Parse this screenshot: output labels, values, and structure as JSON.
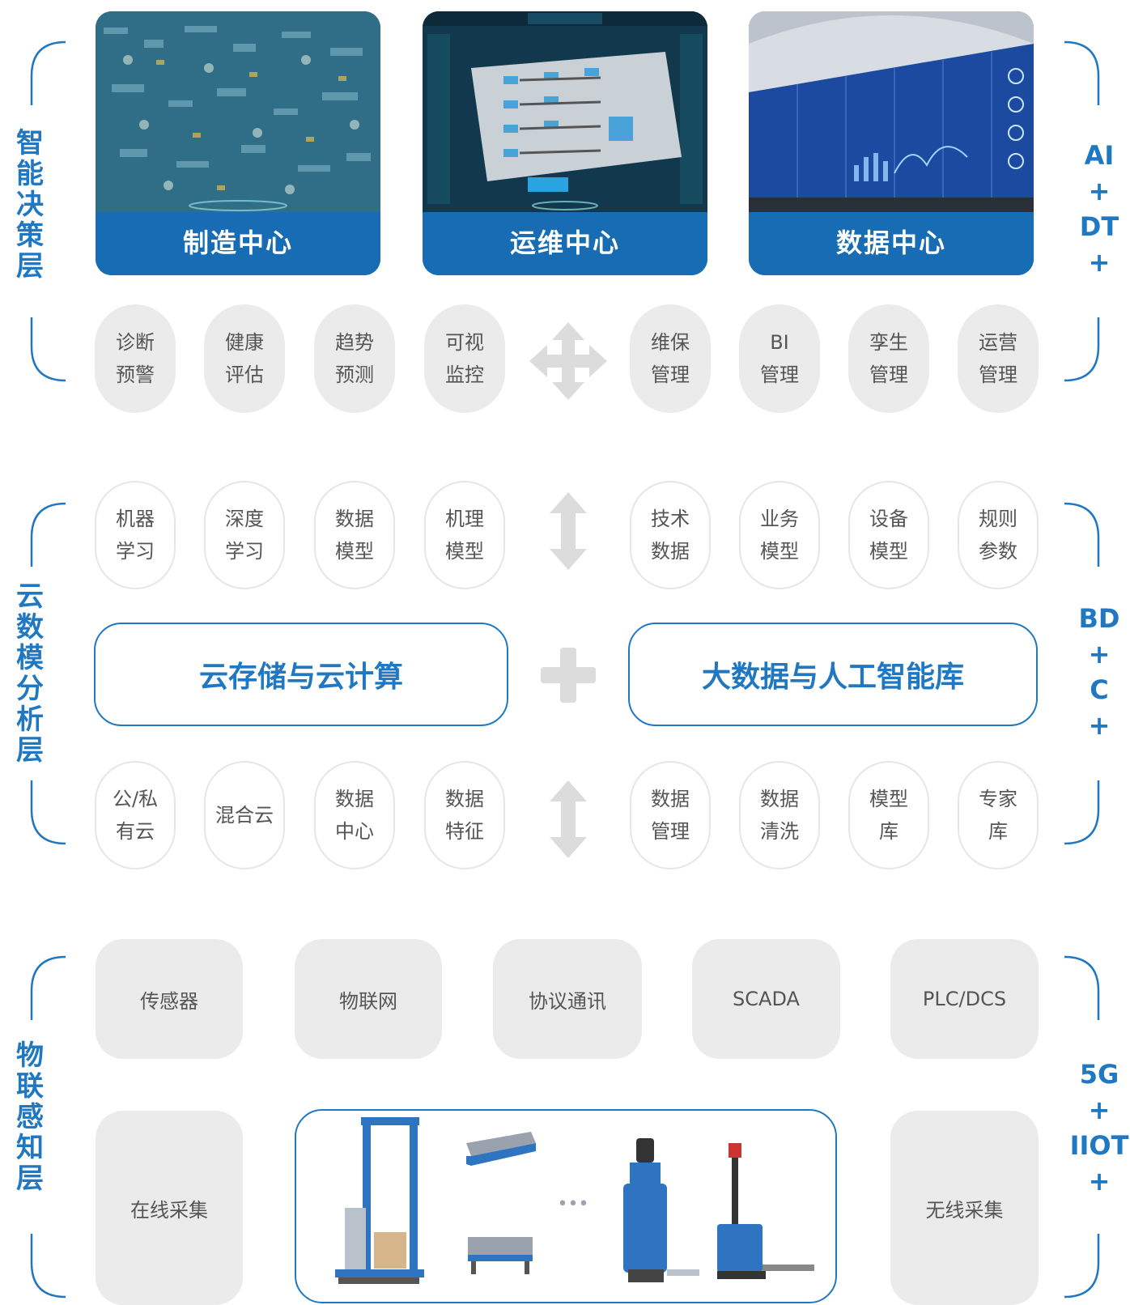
{
  "layers": {
    "decision": {
      "label": "智能决策层",
      "tech": "AI\n+\nDT\n+"
    },
    "cloud": {
      "label": "云数模分析层",
      "tech": "BD\n+\nC\n+"
    },
    "iot": {
      "label": "物联感知层",
      "tech": "5G\n+\nIIOT\n+"
    }
  },
  "centers": [
    "制造中心",
    "运维中心",
    "数据中心"
  ],
  "decision_pills": [
    "诊断\n预警",
    "健康\n评估",
    "趋势\n预测",
    "可视\n监控",
    "维保\n管理",
    "BI\n管理",
    "孪生\n管理",
    "运营\n管理"
  ],
  "cloud_top_pills": [
    "机器\n学习",
    "深度\n学习",
    "数据\n模型",
    "机理\n模型",
    "技术\n数据",
    "业务\n模型",
    "设备\n模型",
    "规则\n参数"
  ],
  "cloud_boxes": [
    "云存储与云计算",
    "大数据与人工智能库"
  ],
  "cloud_bottom_pills": [
    "公/私\n有云",
    "混合云",
    "数据\n中心",
    "数据\n特征",
    "数据\n管理",
    "数据\n清洗",
    "模型\n库",
    "专家\n库"
  ],
  "iot_row": [
    "传感器",
    "物联网",
    "协议通讯",
    "SCADA",
    "PLC/DCS"
  ],
  "iot_bottom": {
    "left": "在线采集",
    "right": "无线采集",
    "ellipsis": "•••"
  },
  "colors": {
    "accent": "#1f78c1",
    "pill_bg": "#ebebeb",
    "arrow": "#dcdcdc"
  }
}
